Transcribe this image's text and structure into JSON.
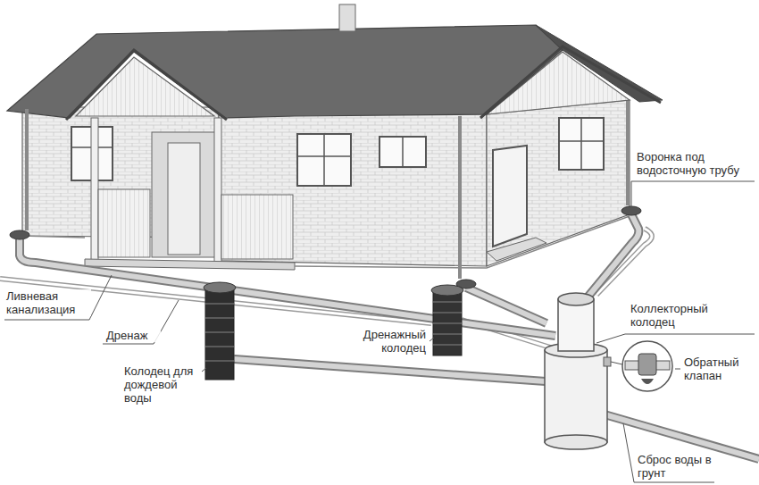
{
  "diagram": {
    "labels": [
      "Воронка под водосточную трубу",
      "Коллекторный колодец",
      "Обратный клапан",
      "Ливневая канализация",
      "Дренаж",
      "Дренажный колодец",
      "Колодец для дождевой воды",
      "Сброс воды в грунт"
    ]
  }
}
